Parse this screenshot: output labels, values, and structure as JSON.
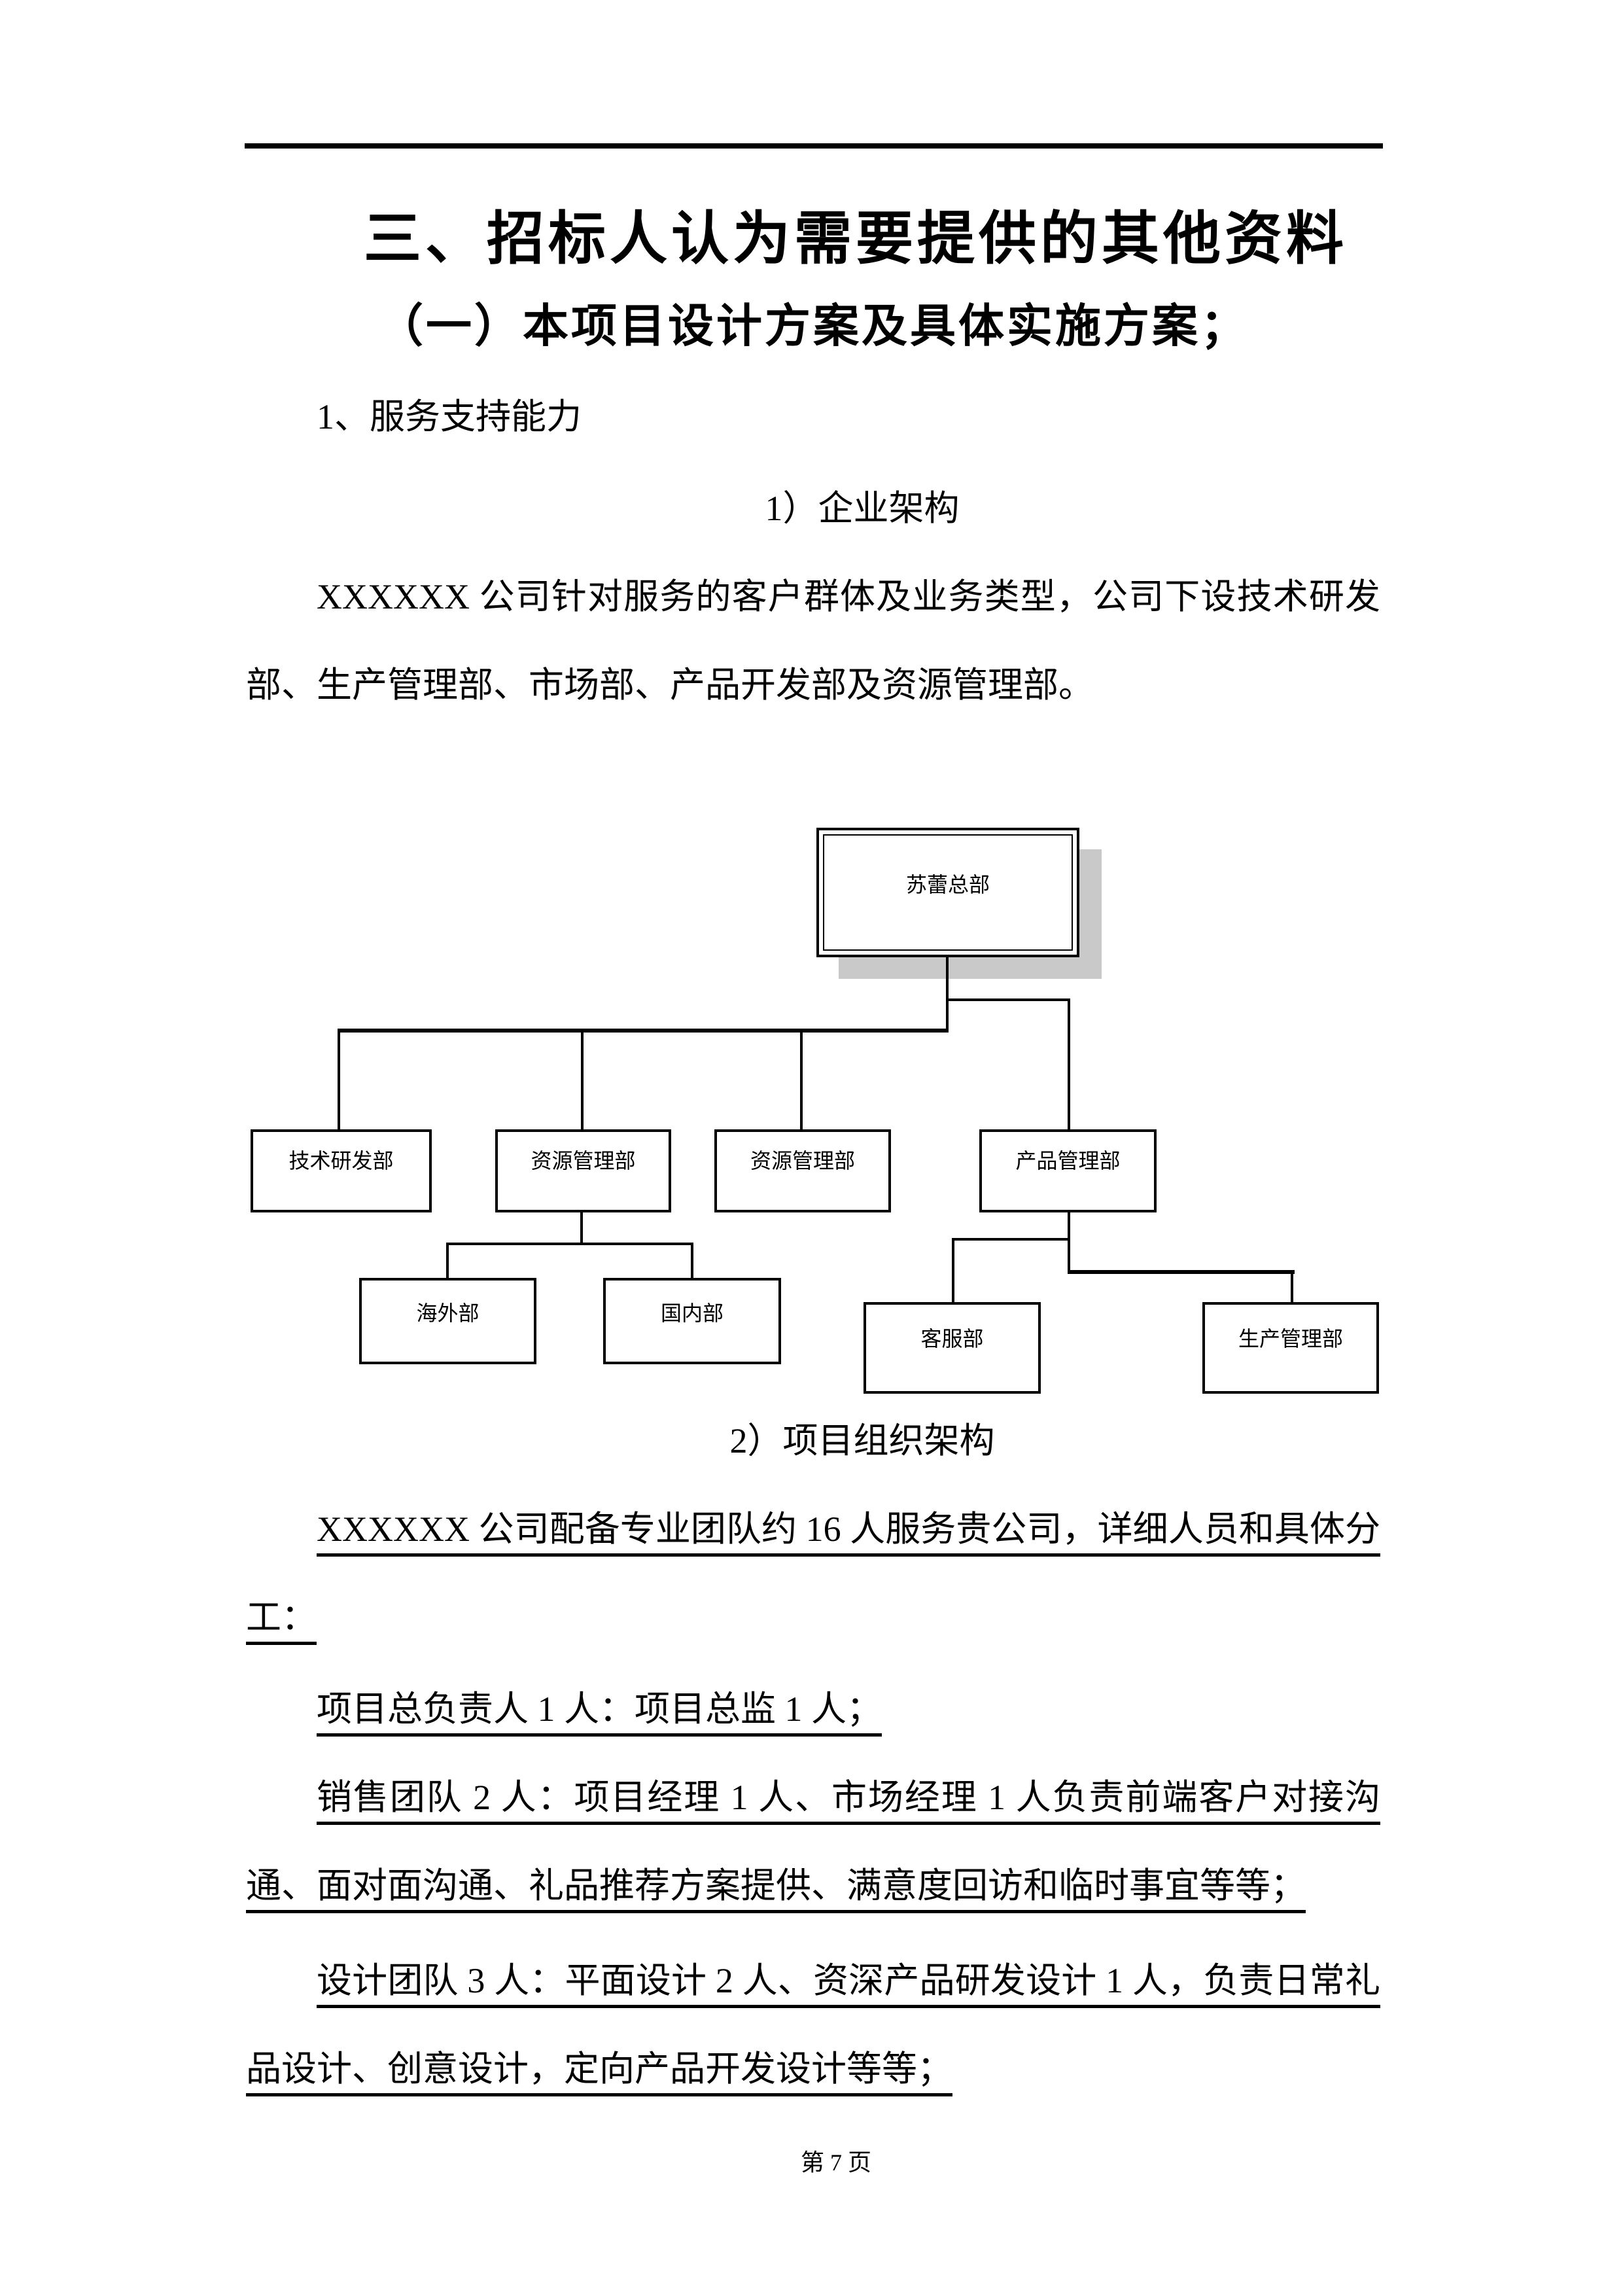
{
  "page": {
    "background": "#ffffff",
    "header_rule_color": "#000000",
    "text_color": "#000000",
    "footer": {
      "text": "第 7 页"
    }
  },
  "document": {
    "title": "三、招标人认为需要提供的其他资料",
    "subtitle": "（一）本项目设计方案及具体实施方案；",
    "section_service": {
      "heading": "1、服务支持能力",
      "subheading": "1）企业架构",
      "paragraph": "XXXXXX 公司针对服务的客户群体及业务类型，公司下设技术研发部、生产管理部、市场部、产品开发部及资源管理部。"
    },
    "section_team": {
      "heading": "2）项目组织架构",
      "paragraphs": [
        {
          "text": "XXXXXX 公司配备专业团队约 16 人服务贵公司，详细人员和具体分工：",
          "underlined": true
        },
        {
          "text": "项目总负责人 1 人：项目总监 1 人；",
          "underlined": true
        },
        {
          "text": "销售团队 2 人：项目经理 1 人、市场经理 1 人负责前端客户对接沟通、面对面沟通、礼品推荐方案提供、满意度回访和临时事宜等等；",
          "underlined": true
        },
        {
          "text": "设计团队 3 人：平面设计 2 人、资深产品研发设计 1 人，负责日常礼品设计、创意设计，定向产品开发设计等等；",
          "underlined": true
        }
      ]
    }
  },
  "org_chart": {
    "root": {
      "label": "苏蕾总部"
    },
    "level2": [
      {
        "label": "技术研发部"
      },
      {
        "label": "资源管理部"
      },
      {
        "label": "资源管理部"
      },
      {
        "label": "产品管理部"
      }
    ],
    "level3": [
      {
        "label": "海外部"
      },
      {
        "label": "国内部"
      },
      {
        "label": "客服部"
      },
      {
        "label": "生产管理部"
      }
    ],
    "colors": {
      "line": "#000000",
      "box_border": "#000000",
      "box_fill": "#ffffff",
      "root_shadow": "#c9c9c9"
    }
  }
}
